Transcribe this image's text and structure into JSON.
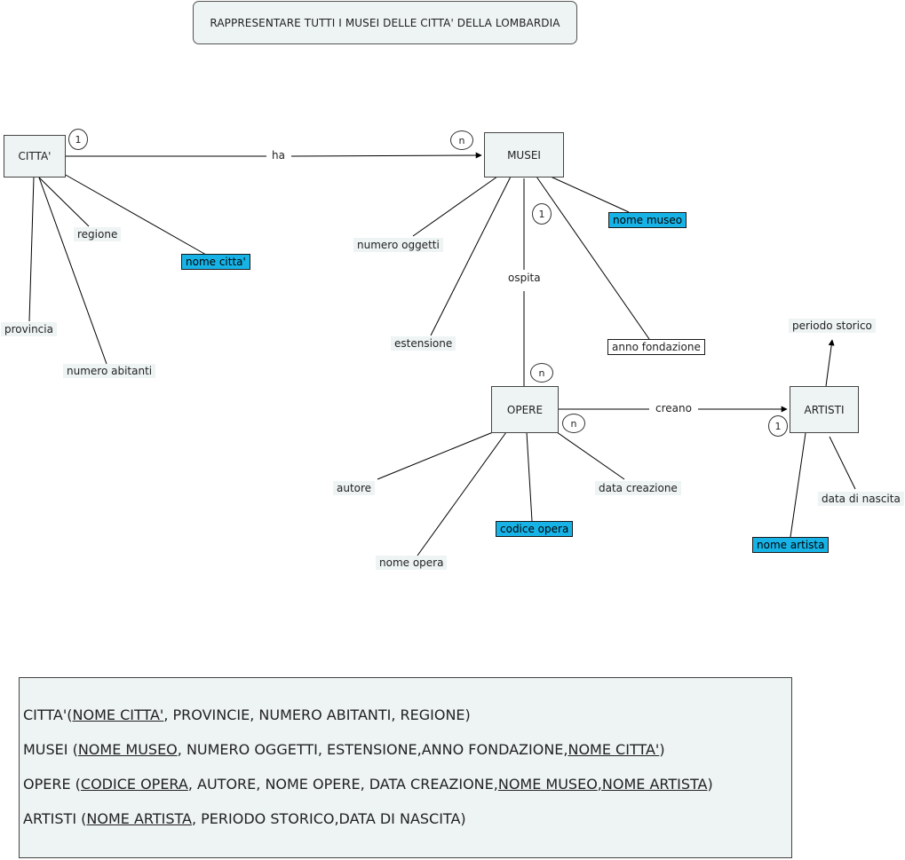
{
  "title": "RAPPRESENTARE TUTTI I MUSEI DELLE CITTA' DELLA LOMBARDIA",
  "entities": {
    "citta": "CITTA'",
    "musei": "MUSEI",
    "opere": "OPERE",
    "artisti": "ARTISTI"
  },
  "relationships": {
    "ha": "ha",
    "ospita": "ospita",
    "creano": "creano"
  },
  "cardinalities": {
    "citta_ha": "1",
    "musei_ha": "n",
    "musei_ospita": "1",
    "opere_ospita": "n",
    "opere_creano": "n",
    "artisti_creano": "1"
  },
  "attributes": {
    "citta": {
      "regione": "regione",
      "nome_citta": "nome citta'",
      "provincia": "provincia",
      "numero_abitanti": "numero abitanti"
    },
    "musei": {
      "numero_oggetti": "numero oggetti",
      "nome_museo": "nome museo",
      "estensione": "estensione",
      "anno_fondazione": "anno fondazione"
    },
    "opere": {
      "autore": "autore",
      "data_creazione": "data creazione",
      "codice_opera": "codice opera",
      "nome_opera": "nome opera"
    },
    "artisti": {
      "periodo_storico": "periodo storico",
      "data_di_nascita": "data di nascita",
      "nome_artista": "nome artista"
    }
  },
  "schema": {
    "citta": {
      "a": "CITTA'(",
      "k1": "NOME CITTA'",
      "b": ", PROVINCIE, NUMERO ABITANTI, REGIONE)"
    },
    "musei": {
      "a": "MUSEI (",
      "k1": "NOME MUSEO",
      "b": ", NUMERO OGGETTI, ESTENSIONE,ANNO FONDAZIONE,",
      "k2": "NOME CITTA'",
      "c": ")"
    },
    "opere": {
      "a": "OPERE (",
      "k1": "CODICE OPERA",
      "b": ", AUTORE, NOME OPERE, DATA CREAZIONE,",
      "k2": "NOME MUSEO",
      "m": ",",
      "k3": "NOME ARTISTA",
      "c": ")"
    },
    "artisti": {
      "a": "ARTISTI (",
      "k1": "NOME ARTISTA",
      "b": ", PERIODO STORICO,DATA DI NASCITA)"
    }
  }
}
